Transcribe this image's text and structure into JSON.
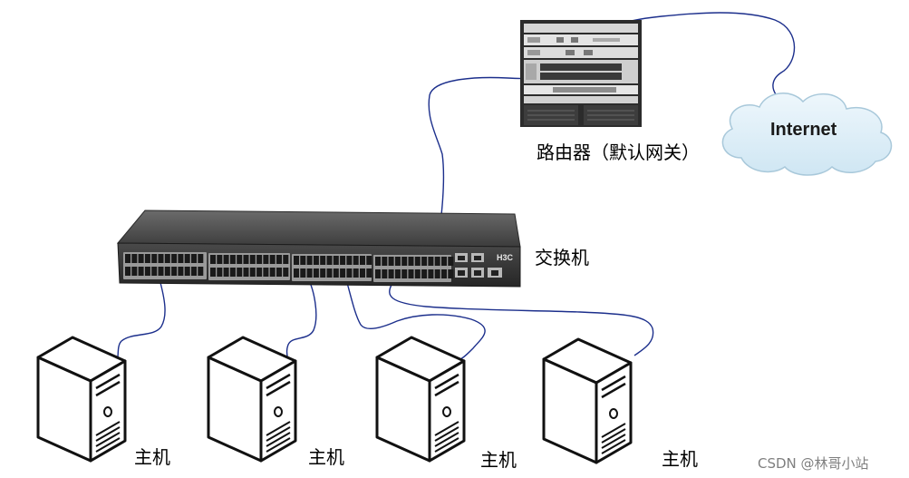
{
  "labels": {
    "router": "路由器（默认网关）",
    "switch": "交换机",
    "internet": "Internet",
    "hosts": [
      "主机",
      "主机",
      "主机",
      "主机"
    ]
  },
  "switch_brand": "H3C",
  "watermark": "CSDN @林哥小站",
  "colors": {
    "cable": "#1c2f8c",
    "switch_body": "#3a3a3a",
    "router_body": "#2c2c2c",
    "cloud": "#d9edf7"
  },
  "icons": [
    "router-icon",
    "switch-icon",
    "internet-cloud-icon",
    "host-computer-icon"
  ]
}
